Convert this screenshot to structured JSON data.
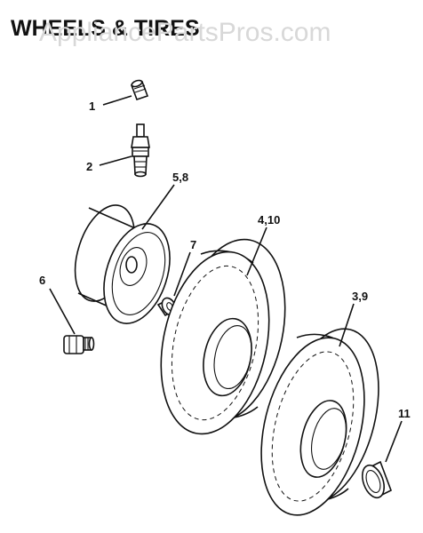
{
  "title": "WHEELS & TIRES",
  "watermark": "AppliancePartsPros.com",
  "callouts": {
    "p1": "1",
    "p2": "2",
    "p3_9": "3,9",
    "p4_10": "4,10",
    "p5_8": "5,8",
    "p6": "6",
    "p7": "7",
    "p11": "11"
  }
}
